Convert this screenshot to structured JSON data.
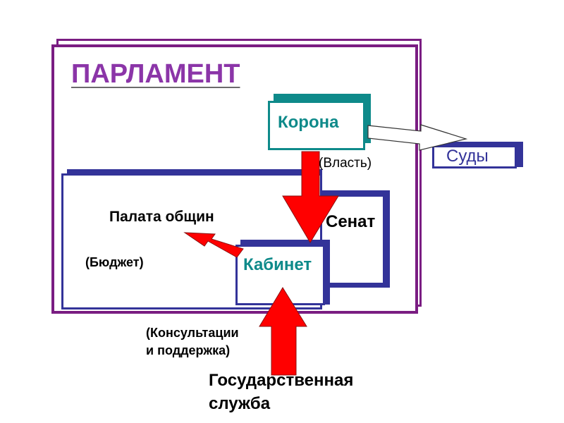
{
  "diagram": {
    "parliament": {
      "label": "ПАРЛАМЕНТ",
      "color": "#8B35A8",
      "frame_color": "#7A1D82"
    },
    "crown": {
      "label": "Корона",
      "color": "#0E8A8A"
    },
    "courts": {
      "label": "Суды",
      "color": "#333399"
    },
    "power": {
      "label": "(Власть)"
    },
    "commons": {
      "label": "Палата общин"
    },
    "budget": {
      "label": "(Бюджет)"
    },
    "senate": {
      "label": "Сенат"
    },
    "cabinet": {
      "label": "Кабинет",
      "color": "#0E8A8A"
    },
    "consultation": {
      "line1": "(Консультации",
      "line2": "и поддержка)"
    },
    "civil_service": {
      "line1": "Государственная",
      "line2": "служба"
    },
    "colors": {
      "navy": "#333399",
      "arrow_red": "#FF0000",
      "frame_purple": "#7A1D82"
    }
  }
}
